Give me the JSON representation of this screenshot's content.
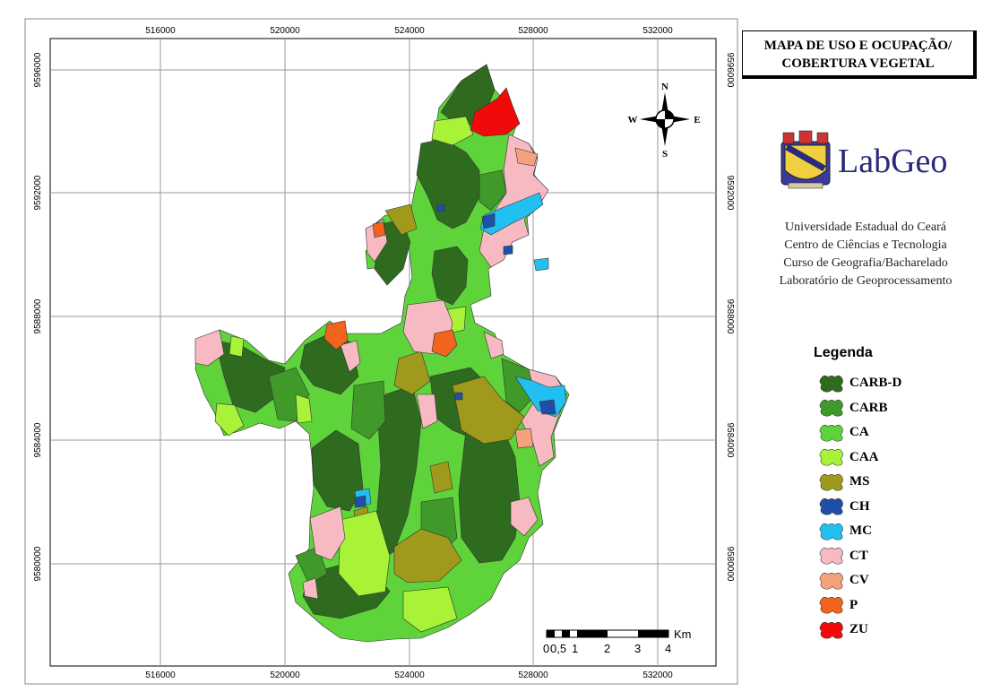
{
  "title": {
    "line1": "MAPA DE USO E OCUPAÇÃO/",
    "line2": "COBERTURA VEGETAL"
  },
  "logo": {
    "text": "LabGeo",
    "icon": "university-coat-of-arms-icon"
  },
  "institution": [
    "Universidade Estadual do Ceará",
    "Centro de Ciências e Tecnologia",
    "Curso de Geografia/Bacharelado",
    "Laboratório de Geoprocessamento"
  ],
  "legend": {
    "title": "Legenda",
    "items": [
      {
        "label": "CARB-D",
        "color": "#2f6b1f"
      },
      {
        "label": "CARB",
        "color": "#3f9a2a"
      },
      {
        "label": "CA",
        "color": "#5ed33a"
      },
      {
        "label": "CAA",
        "color": "#a8f238"
      },
      {
        "label": "MS",
        "color": "#a09a1c"
      },
      {
        "label": "CH",
        "color": "#1f4fa8"
      },
      {
        "label": "MC",
        "color": "#22c0f0"
      },
      {
        "label": "CT",
        "color": "#f7b9c2"
      },
      {
        "label": "CV",
        "color": "#f4a27c"
      },
      {
        "label": "P",
        "color": "#f0641e"
      },
      {
        "label": "ZU",
        "color": "#f00a0a"
      }
    ]
  },
  "north_arrow": {
    "n": "N",
    "s": "S",
    "e": "E",
    "w": "W"
  },
  "scale_bar": {
    "unit": "Km",
    "labels": [
      "0",
      "0,5",
      "1",
      "2",
      "3",
      "4"
    ]
  },
  "grid": {
    "x_labels": [
      "516000",
      "520000",
      "524000",
      "528000",
      "532000"
    ],
    "y_labels": [
      "9596000",
      "9592000",
      "9588000",
      "9584000",
      "9580000"
    ]
  }
}
